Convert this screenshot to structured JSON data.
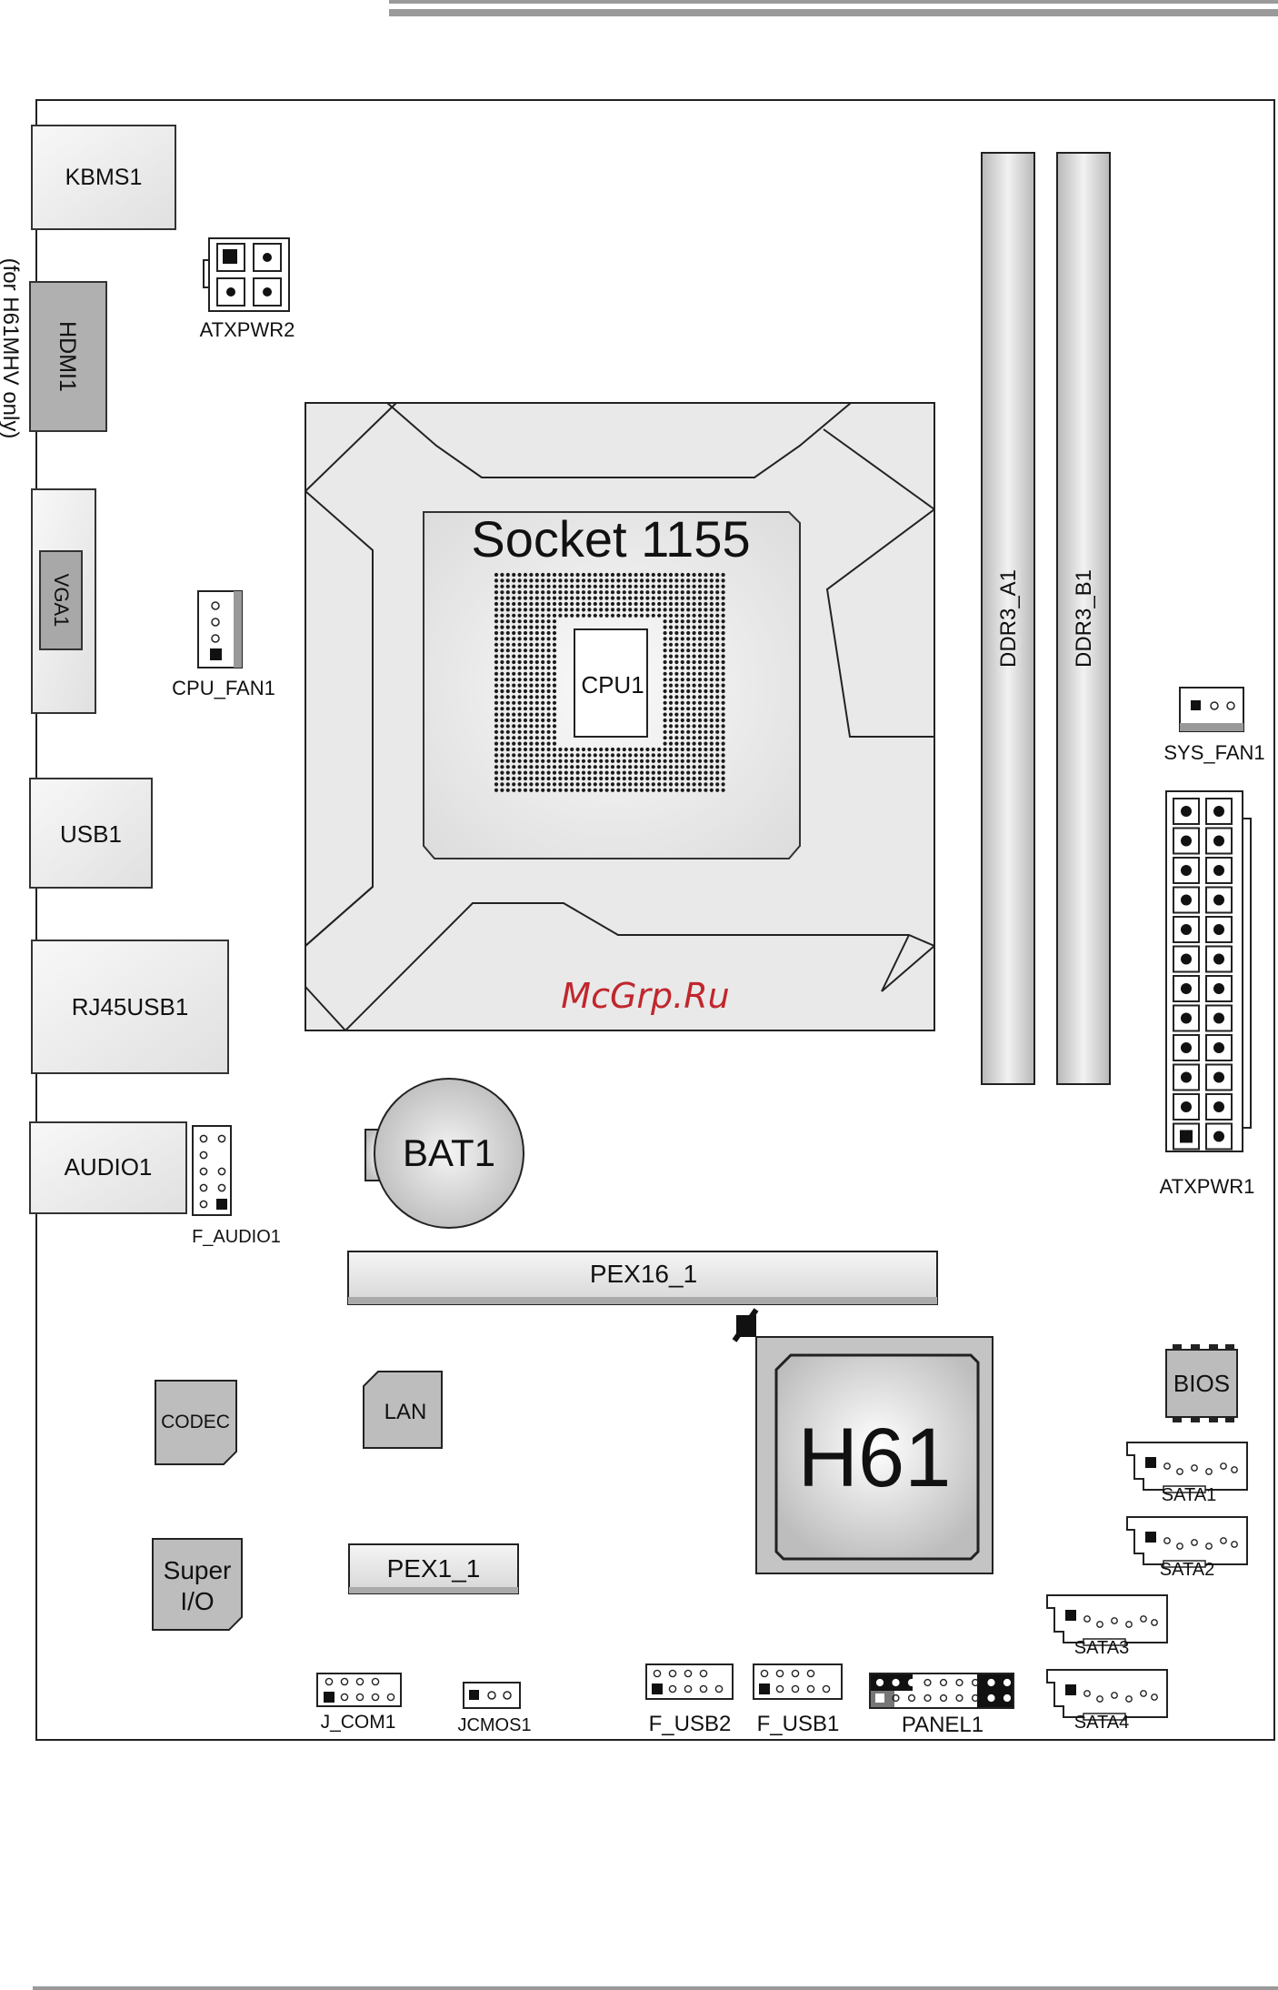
{
  "labels": {
    "kbms": "KBMS1",
    "atxpwr2": "ATXPWR2",
    "hdmi": "HDMI1",
    "hdmi_note": "(for H61MHV only)",
    "vga": "VGA1",
    "cpu_fan": "CPU_FAN1",
    "usb1": "USB1",
    "rj45": "RJ45USB1",
    "audio": "AUDIO1",
    "f_audio": "F_AUDIO1",
    "socket": "Socket 1155",
    "cpu": "CPU1",
    "ddr_a": "DDR3_A1",
    "ddr_b": "DDR3_B1",
    "sys_fan": "SYS_FAN1",
    "atxpwr1": "ATXPWR1",
    "bat": "BAT1",
    "pex16": "PEX16_1",
    "chipset": "H61",
    "bios": "BIOS",
    "sata1": "SATA1",
    "sata2": "SATA2",
    "sata3": "SATA3",
    "sata4": "SATA4",
    "codec": "CODEC",
    "lan": "LAN",
    "superio_line1": "Super",
    "superio_line2": "I/O",
    "pex1": "PEX1_1",
    "jcom": "J_COM1",
    "jcmos": "JCMOS1",
    "fusb2": "F_USB2",
    "fusb1": "F_USB1",
    "panel": "PANEL1",
    "watermark": "McGrp.Ru"
  },
  "colors": {
    "watermark": "#c0272d",
    "board_border": "#222222",
    "component_fill": "#e6e6e6",
    "chip_fill": "#bdbdbd"
  }
}
